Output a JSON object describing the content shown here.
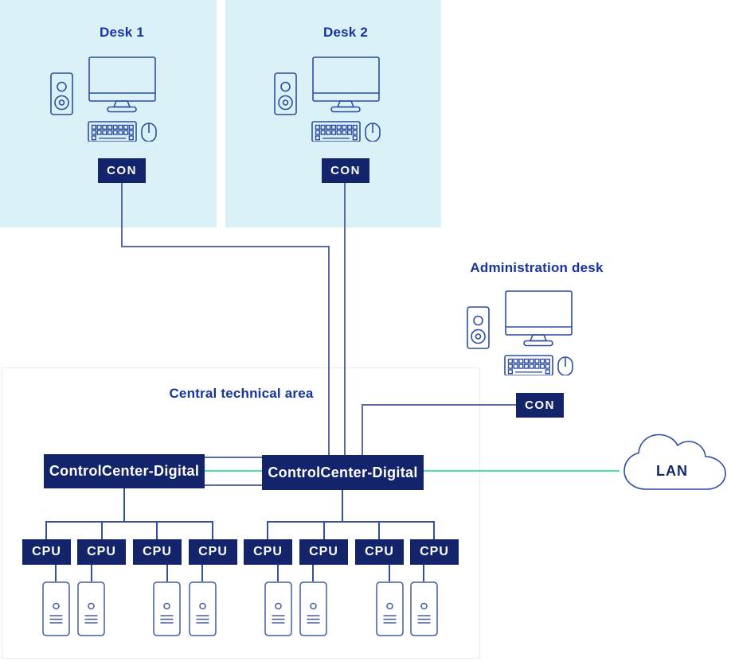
{
  "desks": [
    {
      "title": "Desk 1",
      "console_label": "CON"
    },
    {
      "title": "Desk 2",
      "console_label": "CON"
    }
  ],
  "admin_desk": {
    "title": "Administration desk",
    "console_label": "CON"
  },
  "central_area": {
    "title": "Central technical area",
    "matrix_switches": [
      {
        "label": "ControlCenter-Digital"
      },
      {
        "label": "ControlCenter-Digital"
      }
    ],
    "cpu_groups": [
      {
        "cpus": [
          "CPU",
          "CPU",
          "CPU",
          "CPU"
        ]
      },
      {
        "cpus": [
          "CPU",
          "CPU",
          "CPU",
          "CPU"
        ]
      }
    ]
  },
  "lan": {
    "label": "LAN"
  },
  "colors": {
    "navy_box": "#13246b",
    "title_blue": "#17349e",
    "icon_outline": "#2e4d9e",
    "connector_slate": "#5b6b9e",
    "connector_navy": "#33519e",
    "link_green": "#45e0ad",
    "desk_zone_bg": "#d9f1f7",
    "area_border": "#ededed"
  }
}
